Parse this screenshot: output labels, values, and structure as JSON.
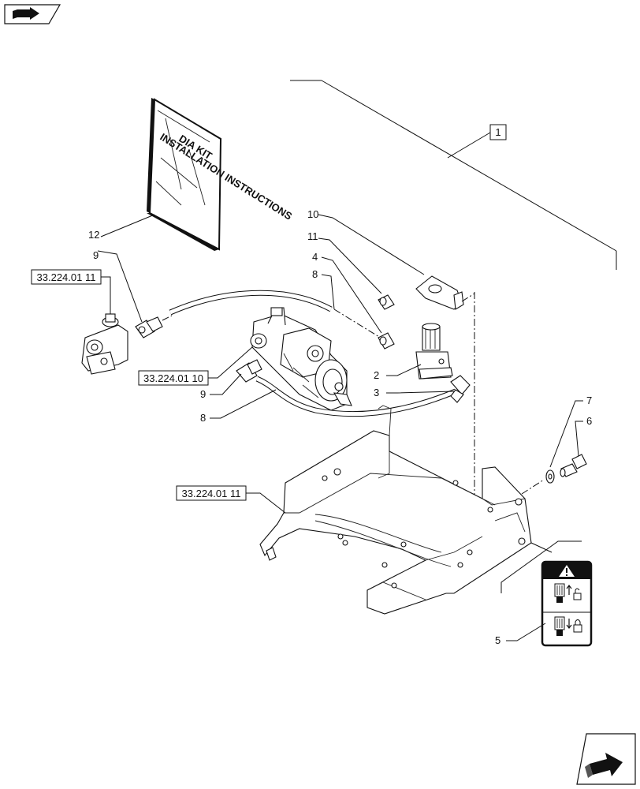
{
  "callouts": {
    "c1": "1",
    "c2": "2",
    "c3": "3",
    "c4": "4",
    "c5": "5",
    "c6": "6",
    "c7": "7",
    "c8a": "8",
    "c8b": "8",
    "c9a": "9",
    "c9b": "9",
    "c10": "10",
    "c11": "11",
    "c12": "12"
  },
  "refs": {
    "r1": "33.224.01 11",
    "r2": "33.224.01 10",
    "r3": "33.224.01 11"
  },
  "manual": {
    "line1": "DIA KIT",
    "line2": "INSTALLATION INSTRUCTIONS"
  },
  "icons": {
    "top_left": "previous-page-arrow-icon",
    "bottom_right": "next-page-arrow-icon",
    "decal": "warning-lock-decal-icon"
  }
}
